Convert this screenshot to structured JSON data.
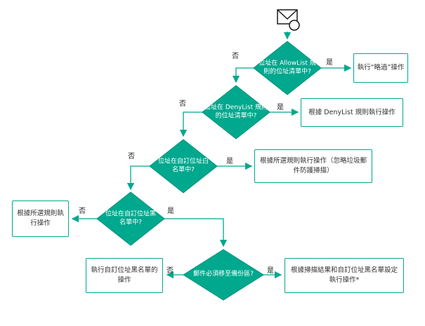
{
  "colors": {
    "teal": "#00a88e",
    "teal_border": "#009379",
    "box_text": "#333333",
    "label_text": "#222222",
    "icon_stroke": "#1a1a1a"
  },
  "labels": {
    "yes": "是",
    "no": "否"
  },
  "icons": {
    "email": "email-icon"
  },
  "decisions": {
    "d1": "位址在 AllowList 規則的位址清單中?",
    "d2": "位址在 DenyList 規則的位址清單中?",
    "d3": "位址在自訂位址白名單中?",
    "d4": "位址在自訂位址黑名單中?",
    "d5": "郵件必須移至備份區?"
  },
  "actions": {
    "skip": "執行“略過”操作",
    "denylist_rule": "根據 DenyList 規則執行操作",
    "selected_rule_ignore_scan": "根據所選規則執行操作（忽略垃圾郵件防護掃描）",
    "selected_rule": "根據所選規則執行操作",
    "custom_blacklist": "執行自訂位址黑名單的操作",
    "scan_result_blacklist": "根據掃描結果和自訂位址黑名單設定執行操作*"
  }
}
